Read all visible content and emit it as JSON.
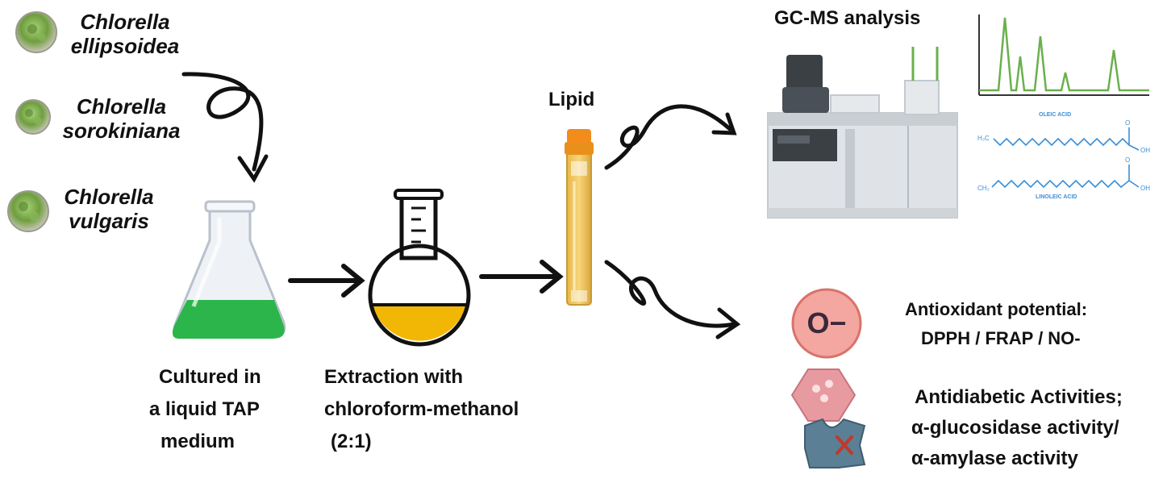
{
  "species": [
    {
      "line1": "Chlorella",
      "line2": "ellipsoidea"
    },
    {
      "line1": "Chlorella",
      "line2": "sorokiniana"
    },
    {
      "line1": "Chlorella",
      "line2": "vulgaris"
    }
  ],
  "steps": {
    "culture": [
      "Cultured in",
      "a liquid TAP",
      "medium"
    ],
    "extraction": [
      "Extraction with",
      "chloroform-methanol",
      "(2:1)"
    ],
    "lipid": "Lipid",
    "gcms": "GC-MS analysis"
  },
  "molecules": {
    "oleic": "OLEIC ACID",
    "linoleic": "LINOLEIC ACID"
  },
  "antioxidant": {
    "symbol": "O−",
    "line1": "Antioxidant potential:",
    "line2": "DPPH / FRAP / NO-"
  },
  "antidiabetic": {
    "line1": "Antidiabetic Activities;",
    "line2": "α-glucosidase activity/",
    "line3": "α-amylase activity"
  },
  "colors": {
    "medium_green": "#2bb54b",
    "lipid_yellow": "#f2b705",
    "chromatogram": "#6ab04c",
    "antioxidant_circle": "#f4a6a0",
    "hexagon": "#e89aa1",
    "enzyme": "#5b7f95",
    "molecule_blue": "#3a8fd6"
  },
  "icons": [
    "microalgae-icon",
    "erlenmeyer-flask-icon",
    "round-bottom-flask-icon",
    "lipid-tube-icon",
    "gcms-instrument-icon",
    "chromatogram-icon",
    "fatty-acid-structure-icon",
    "antioxidant-icon",
    "enzyme-inhibition-icon"
  ]
}
